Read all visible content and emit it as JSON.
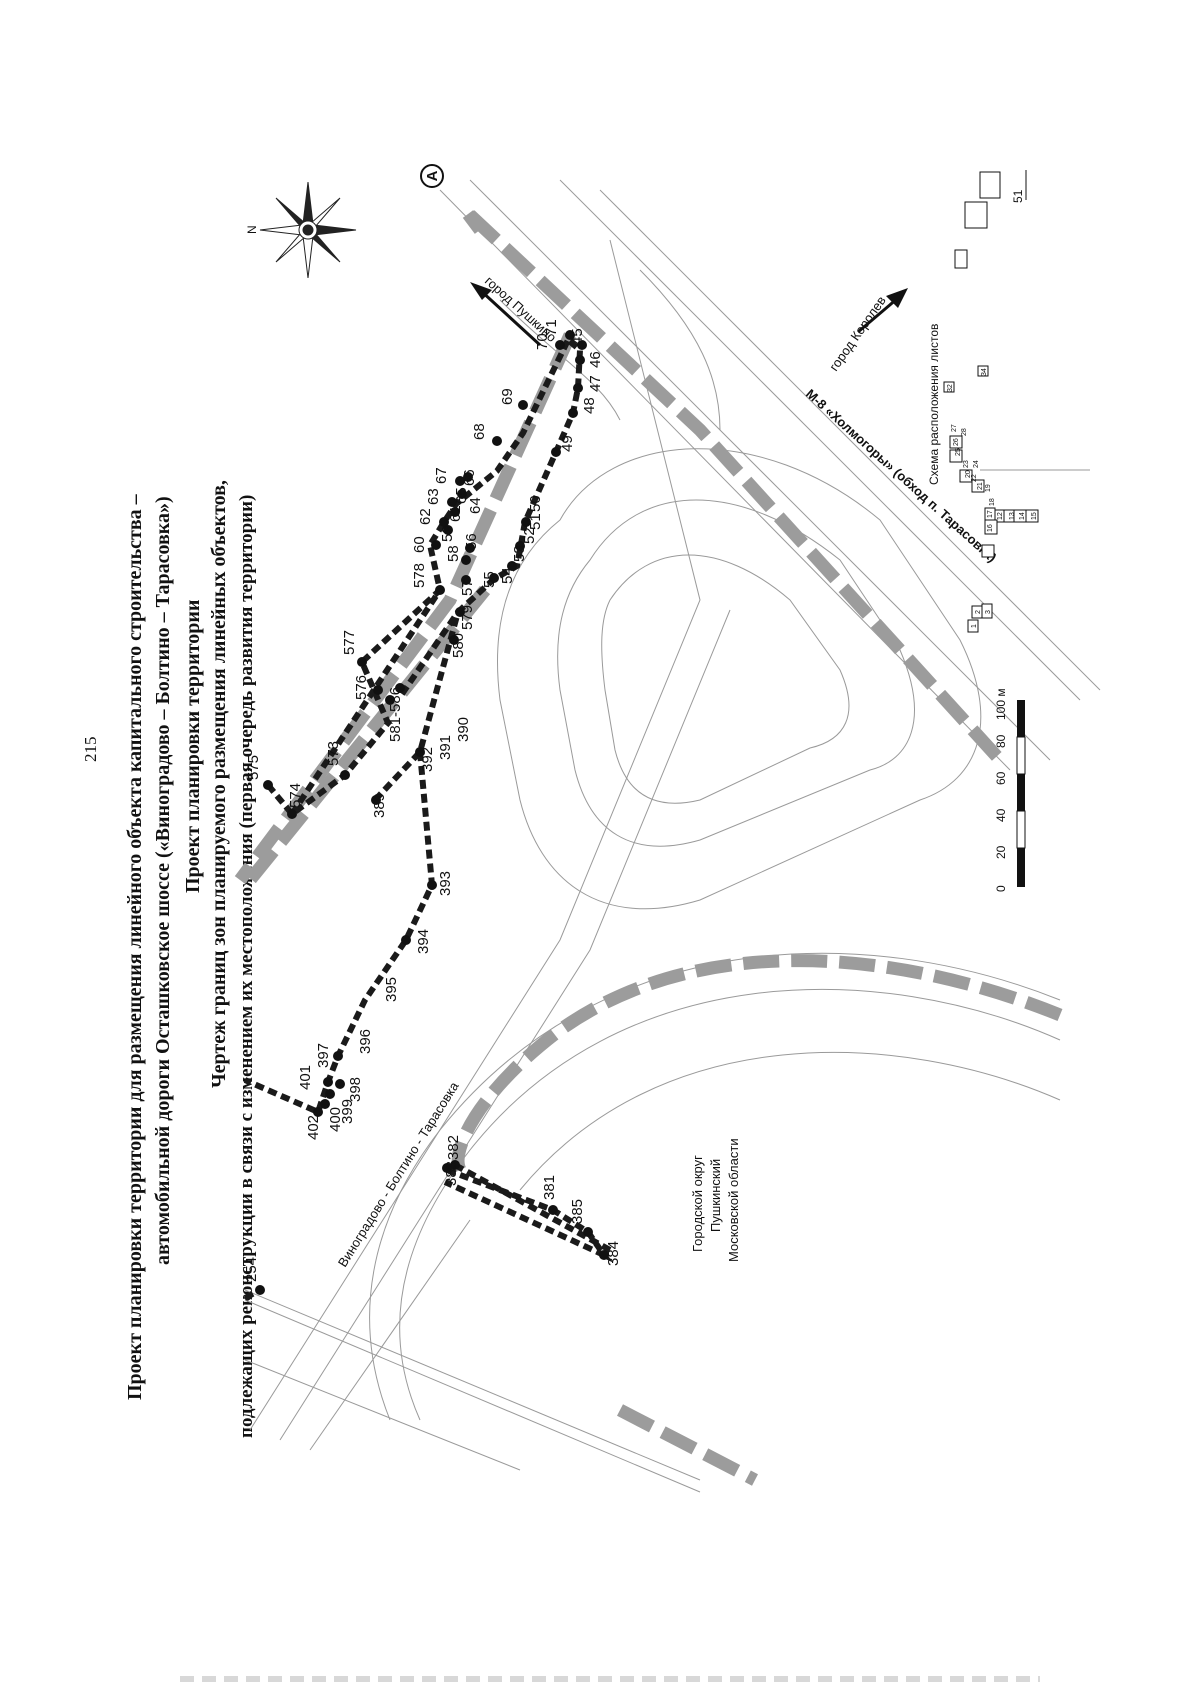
{
  "page_number": "215",
  "title_lines": [
    "Проект планировки территории для размещения линейного объекта капитального строительства –",
    "автомобильной дороги Осташковское шоссе («Виноградово – Болтино – Тарасовка»)",
    "Проект планировки территории",
    "Чертеж границ зон планируемого размещения линейных объектов,",
    "подлежащих реконструкции в связи с изменением их местоположения (первая очередь развития территории)"
  ],
  "compass": {
    "north": "N"
  },
  "sheet_marker": "A",
  "road_labels": {
    "m8": "М-8 «Холмогоры» (обход п. Тарасовка)",
    "local": "Виноградово - Болтино - Тарасовка"
  },
  "directions": {
    "pushkino": "город Пушкино",
    "korolev": "город Королев"
  },
  "district": [
    "Городской округ",
    "Пушкинский",
    "Московской области"
  ],
  "scale_bar": {
    "ticks": [
      "0",
      "20",
      "40",
      "60",
      "80",
      "100 м"
    ]
  },
  "sheet_index": {
    "title": "Схема расположения листов",
    "current_sheet": "51",
    "sheets": [
      "1",
      "2",
      "3",
      "12",
      "13",
      "14",
      "15",
      "16",
      "17",
      "18",
      "19",
      "20",
      "21",
      "22",
      "23",
      "24",
      "25",
      "26",
      "27",
      "28",
      "32",
      "34"
    ]
  },
  "points": {
    "upper": [
      "575",
      "574",
      "573",
      "576",
      "577",
      "578",
      "60",
      "62",
      "63",
      "67",
      "68",
      "69",
      "70",
      "71"
    ],
    "middle": [
      "389",
      "581-586",
      "580",
      "579",
      "57",
      "58",
      "59",
      "61",
      "65",
      "66",
      "56",
      "64",
      "55",
      "54",
      "53",
      "52",
      "51",
      "50",
      "49",
      "48",
      "47",
      "46",
      "45"
    ],
    "roadside": [
      "392",
      "391",
      "390"
    ],
    "left": [
      "393",
      "394",
      "395",
      "396",
      "397",
      "398",
      "399",
      "400",
      "401",
      "402"
    ],
    "lower": [
      "383",
      "382",
      "381",
      "385",
      "384",
      "254"
    ]
  }
}
